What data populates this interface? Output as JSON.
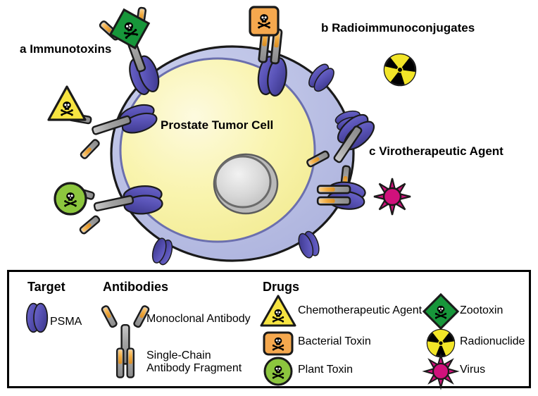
{
  "figure": {
    "cell_label": "Prostate Tumor Cell",
    "panels": [
      {
        "marker": "a",
        "title": "Immunotoxins"
      },
      {
        "marker": "b",
        "title": "Radioimmunoconjugates"
      },
      {
        "marker": "c",
        "title": "Virotherapeutic Agent"
      }
    ]
  },
  "legend": {
    "headings": {
      "target": "Target",
      "antibodies": "Antibodies",
      "drugs": "Drugs"
    },
    "target_items": [
      {
        "label": "PSMA",
        "icon": "psma-receptor-icon"
      }
    ],
    "antibody_items": [
      {
        "label": "Monoclonal Antibody",
        "icon": "monoclonal-antibody-icon"
      },
      {
        "label": "Single-Chain\nAntibody Fragment",
        "line1": "Single-Chain",
        "line2": "Antibody Fragment",
        "icon": "single-chain-fragment-icon"
      }
    ],
    "drug_items": [
      {
        "label": "Chemotherapeutic Agent",
        "icon": "yellow-triangle-skull-icon",
        "color": "#f5e642"
      },
      {
        "label": "Bacterial Toxin",
        "icon": "orange-square-skull-icon",
        "color": "#f5a84e"
      },
      {
        "label": "Plant Toxin",
        "icon": "green-circle-skull-icon",
        "color": "#8dc63f"
      },
      {
        "label": "Zootoxin",
        "icon": "green-diamond-skull-icon",
        "color": "#1a9e3c"
      },
      {
        "label": "Radionuclide",
        "icon": "radionuclide-trefoil-icon",
        "color": "#f2e528"
      },
      {
        "label": "Virus",
        "icon": "virus-spiky-icon",
        "color": "#d1117c"
      }
    ]
  },
  "colors": {
    "membrane": "#b9bee3",
    "cytoplasm": "#f7f3a8",
    "nucleus": "#d2d2d2",
    "receptor": "#5a55b5",
    "antibody_gray": "#9d9d9d",
    "antibody_gold": "#f0a93c",
    "outline": "#1a1a1a"
  }
}
